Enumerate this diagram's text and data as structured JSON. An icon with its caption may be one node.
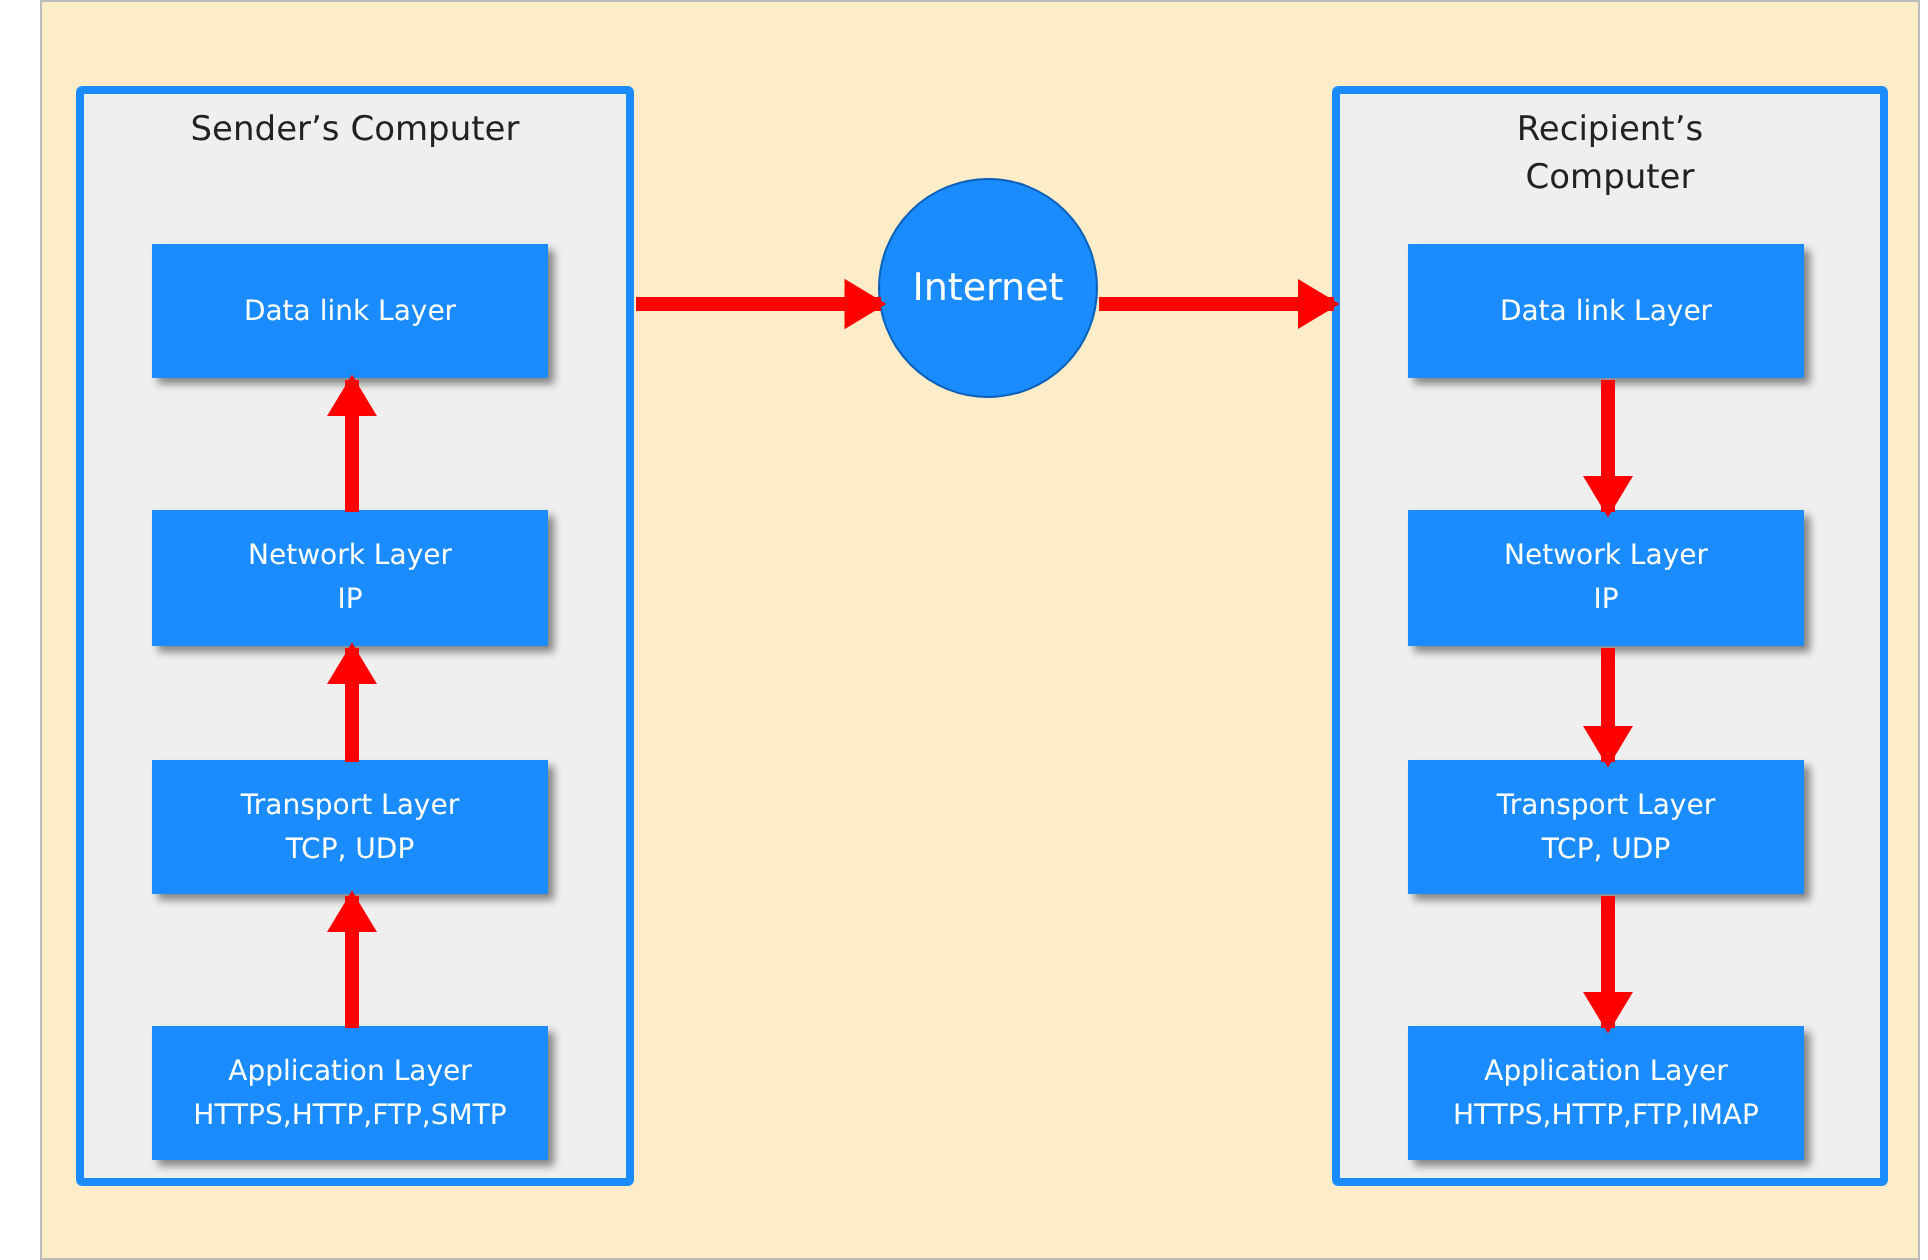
{
  "diagram": {
    "nodes": [
      {
        "text": [
          "Sender’s Computer"
        ]
      },
      {
        "text": [
          "Data link Layer"
        ],
        "in": 0
      },
      {
        "text": [
          "Network Layer",
          "IP"
        ],
        "in": 0
      },
      {
        "text": [
          "Transport Layer",
          "TCP, UDP"
        ],
        "in": 0
      },
      {
        "text": [
          "Application Layer",
          "HTTPS,HTTP,FTP,SMTP"
        ],
        "in": 0
      },
      {
        "text": [
          "Internet"
        ]
      },
      {
        "text": [
          "Recipient’s Computer"
        ]
      },
      {
        "text": [
          "Data link Layer"
        ],
        "in": 6
      },
      {
        "text": [
          "Network Layer",
          "IP"
        ],
        "in": 6
      },
      {
        "text": [
          "Transport Layer",
          "TCP, UDP"
        ],
        "in": 6
      },
      {
        "text": [
          "Application Layer",
          "HTTPS,HTTP,FTP,IMAP"
        ],
        "in": 6
      }
    ],
    "edges": [
      {
        "from": 4,
        "to": 3,
        "arrow": "to"
      },
      {
        "from": 3,
        "to": 2,
        "arrow": "to"
      },
      {
        "from": 2,
        "to": 1,
        "arrow": "to"
      },
      {
        "from": 0,
        "to": 5,
        "arrow": "to"
      },
      {
        "from": 5,
        "to": 6,
        "arrow": "to"
      },
      {
        "from": 7,
        "to": 8,
        "arrow": "to"
      },
      {
        "from": 8,
        "to": 9,
        "arrow": "to"
      },
      {
        "from": 9,
        "to": 10,
        "arrow": "to"
      }
    ]
  }
}
